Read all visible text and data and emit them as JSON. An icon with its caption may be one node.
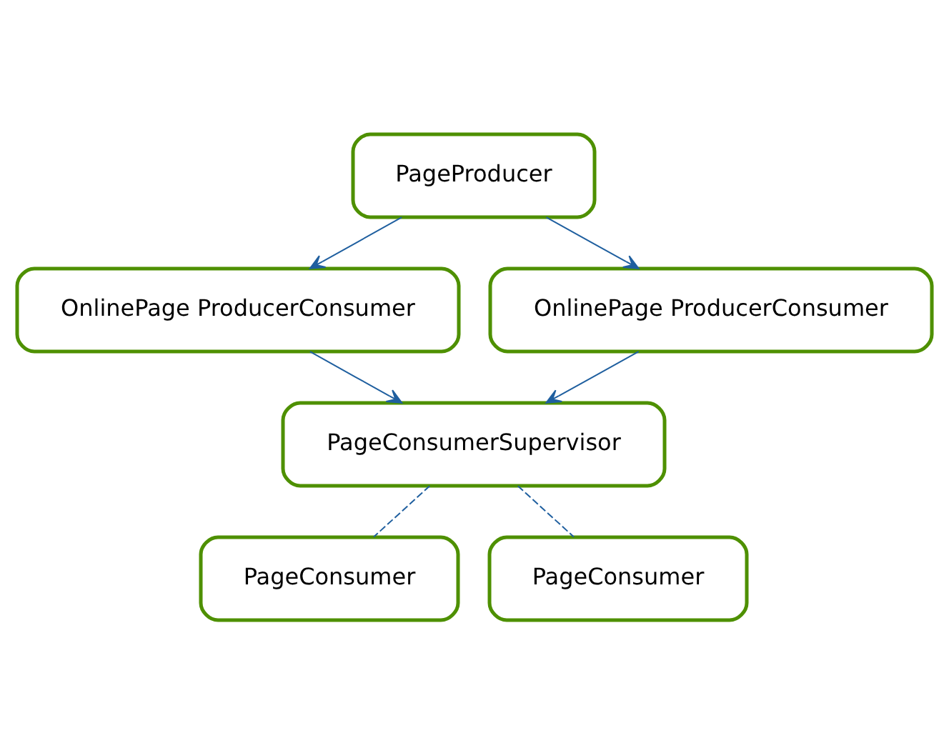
{
  "diagram": {
    "nodes": [
      {
        "text": [
          "PageProducer"
        ]
      },
      {
        "text": [
          "OnlinePage ProducerConsumer"
        ]
      },
      {
        "text": [
          "OnlinePage ProducerConsumer"
        ]
      },
      {
        "text": [
          "PageConsumerSupervisor"
        ]
      },
      {
        "text": [
          "PageConsumer"
        ]
      },
      {
        "text": [
          "PageConsumer"
        ]
      }
    ],
    "edges": [
      {
        "from": 0,
        "to": 1,
        "arrow": "to"
      },
      {
        "from": 0,
        "to": 2,
        "arrow": "to"
      },
      {
        "from": 1,
        "to": 3,
        "arrow": "to"
      },
      {
        "from": 2,
        "to": 3,
        "arrow": "to"
      },
      {
        "from": 3,
        "to": 4,
        "arrow": "none",
        "style": "dashed"
      },
      {
        "from": 3,
        "to": 5,
        "arrow": "none",
        "style": "dashed"
      }
    ]
  }
}
